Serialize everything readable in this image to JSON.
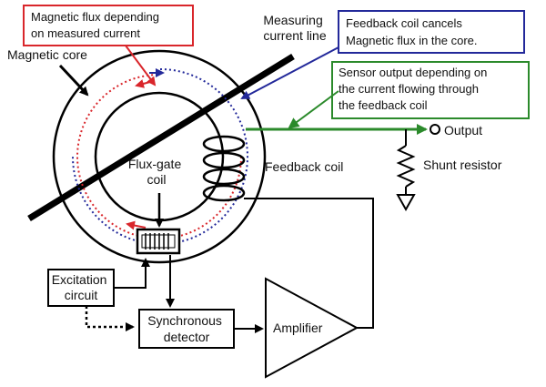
{
  "labels": {
    "magnetic_flux_box": [
      "Magnetic flux depending",
      "on measured current"
    ],
    "measuring_current_line": [
      "Measuring",
      "current line"
    ],
    "feedback_box": [
      "Feedback coil cancels",
      "Magnetic flux in the core."
    ],
    "sensor_box": [
      "Sensor output depending on",
      "the current flowing through",
      "the feedback coil"
    ],
    "magnetic_core": "Magnetic core",
    "output": "Output",
    "feedback_coil": "Feedback coil",
    "shunt_resistor": "Shunt resistor",
    "flux_gate_coil": [
      "Flux-gate",
      "coil"
    ],
    "excitation_circuit": [
      "Excitation",
      "circuit"
    ],
    "synchronous_detector": [
      "Synchronous",
      "detector"
    ],
    "amplifier": "Amplifier"
  },
  "colors": {
    "red": "#d9262b",
    "blue": "#23299a",
    "green": "#2b8a2b",
    "black": "#000000"
  }
}
